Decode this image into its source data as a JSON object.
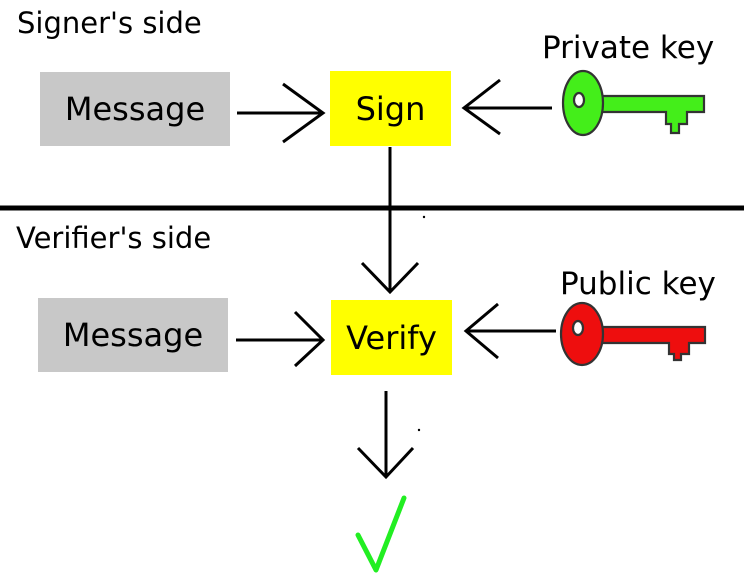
{
  "signer": {
    "section_label": "Signer's side",
    "message_label": "Message",
    "operation_label": "Sign",
    "key_label": "Private key",
    "key_icon": "key-icon",
    "key_color": "#44ee1a"
  },
  "verifier": {
    "section_label": "Verifier's side",
    "message_label": "Message",
    "operation_label": "Verify",
    "key_label": "Public key",
    "key_icon": "key-icon",
    "key_color": "#ee0e0e"
  },
  "result": {
    "icon": "checkmark-icon",
    "color": "#22ee22"
  },
  "colors": {
    "message_box": "#c8c8c8",
    "operation_box": "#ffff00",
    "lines": "#000000"
  }
}
